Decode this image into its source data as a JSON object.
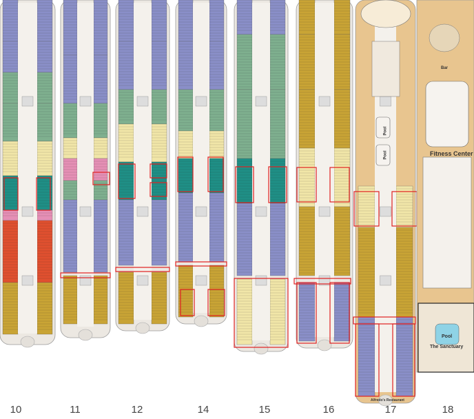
{
  "decks": [
    {
      "number": "10"
    },
    {
      "number": "11"
    },
    {
      "number": "12"
    },
    {
      "number": "14"
    },
    {
      "number": "15"
    },
    {
      "number": "16"
    },
    {
      "number": "17"
    },
    {
      "number": "18"
    }
  ],
  "features": {
    "pool_1": "Pool",
    "pool_2": "Pool",
    "fitness_center": "Fitness Center",
    "sanctuary": "The Sanctuary",
    "pool_18": "Pool",
    "bar": "Bar",
    "restaurant": "Alfredo's Restaurant"
  },
  "colors": {
    "hull": "#ece8e2",
    "deck_wood": "#e8c58f",
    "purple": "#8a8fc8",
    "green": "#7fb08f",
    "gold": "#c9a435",
    "teal": "#1f8f86",
    "red": "#e0502f",
    "highlight": "#e02020",
    "cream": "#f1e6a8",
    "pink": "#e58fb5",
    "blue": "#6fc2e0"
  }
}
